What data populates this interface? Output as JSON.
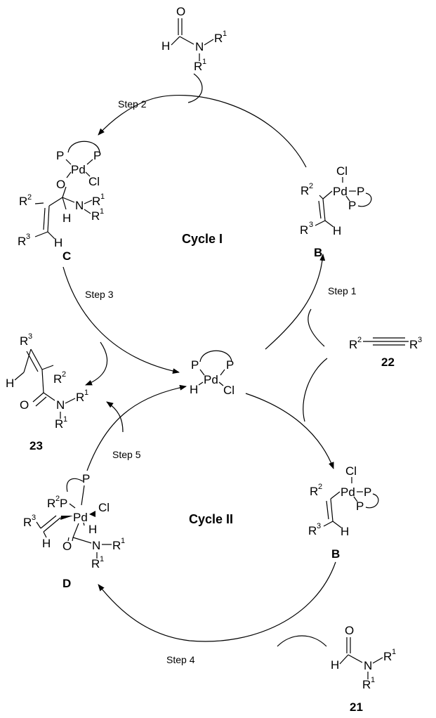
{
  "atoms": {
    "H": "H",
    "N": "N",
    "O": "O",
    "P": "P",
    "Pd": "Pd",
    "Cl": "Cl",
    "R": "R",
    "sup1": "1",
    "sup2": "2",
    "sup3": "3"
  },
  "cycles": {
    "cycle1": "Cycle I",
    "cycle2": "Cycle II"
  },
  "steps": {
    "step1": "Step 1",
    "step2": "Step 2",
    "step3": "Step 3",
    "step4": "Step 4",
    "step5": "Step 5"
  },
  "compounds": {
    "c": "C",
    "b": "B",
    "d": "D",
    "n21": "21",
    "n22": "22",
    "n23": "23"
  }
}
